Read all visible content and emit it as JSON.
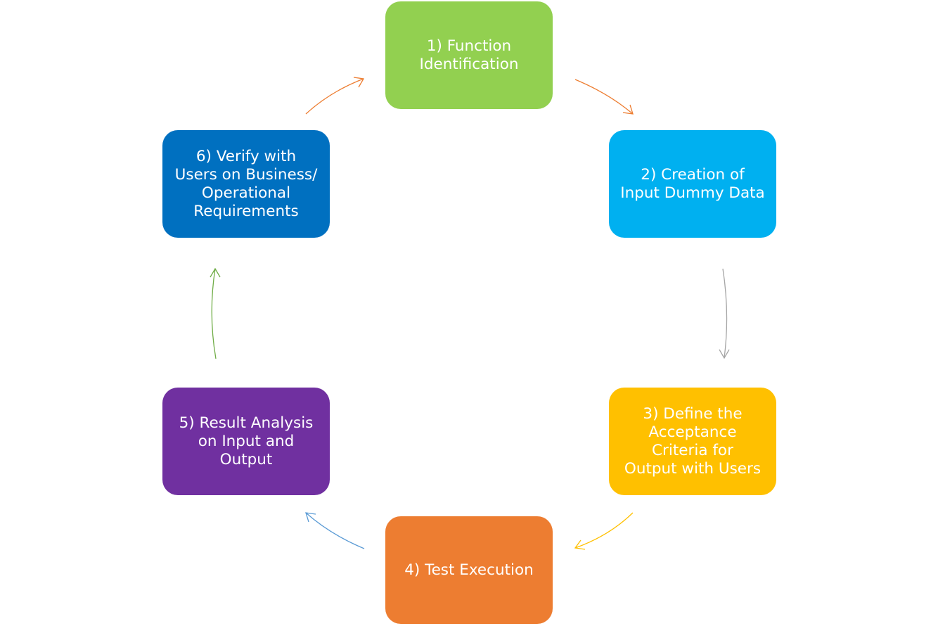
{
  "diagram": {
    "steps": [
      {
        "label": "1) Function\nIdentification",
        "color": "#92D050"
      },
      {
        "label": "2) Creation of\nInput Dummy Data",
        "color": "#00B0F0"
      },
      {
        "label": "3) Define the\nAcceptance\nCriteria for\nOutput with Users",
        "color": "#FFC000"
      },
      {
        "label": "4) Test Execution",
        "color": "#ED7D31"
      },
      {
        "label": "5) Result Analysis\non Input and\nOutput",
        "color": "#7030A0"
      },
      {
        "label": "6) Verify with\nUsers on Business/\nOperational\nRequirements",
        "color": "#0070C0"
      }
    ],
    "connectors": [
      {
        "from": 1,
        "to": 2,
        "color": "#ED7D31"
      },
      {
        "from": 2,
        "to": 3,
        "color": "#A5A5A5"
      },
      {
        "from": 3,
        "to": 4,
        "color": "#FFC000"
      },
      {
        "from": 4,
        "to": 5,
        "color": "#5B9BD5"
      },
      {
        "from": 5,
        "to": 6,
        "color": "#70AD47"
      },
      {
        "from": 6,
        "to": 1,
        "color": "#ED7D31"
      }
    ]
  }
}
